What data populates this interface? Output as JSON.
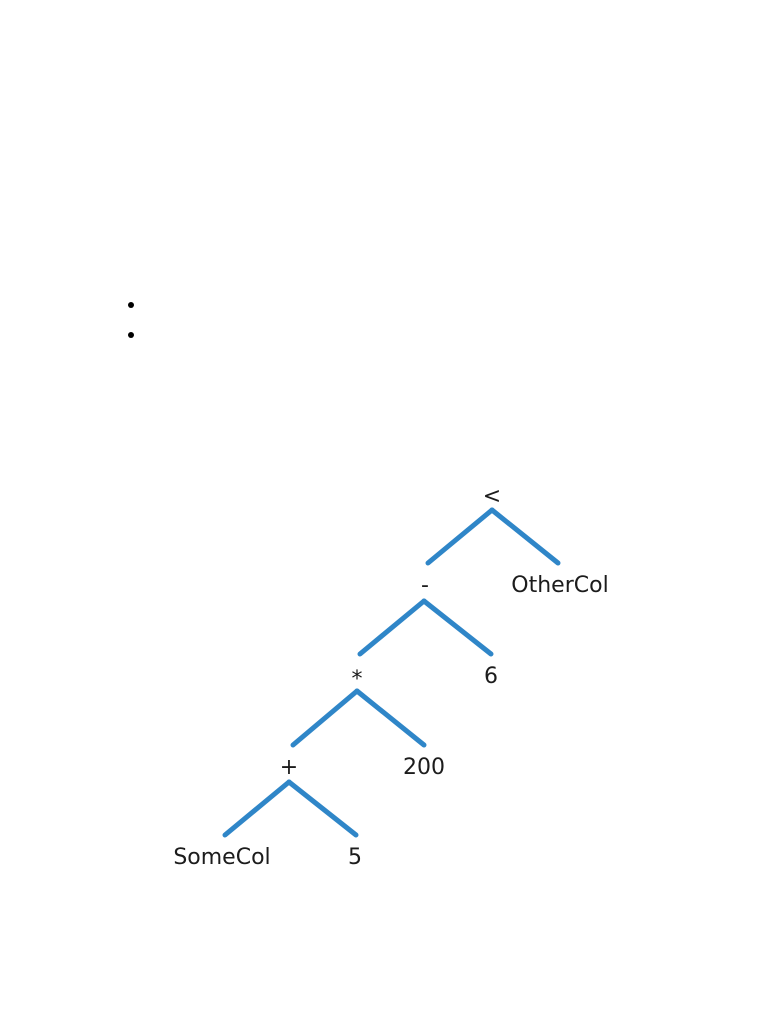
{
  "bullets": [
    {
      "text": ""
    },
    {
      "text": ""
    }
  ],
  "tree": {
    "edge_color": "#2f86c8",
    "nodes": [
      {
        "id": "lt",
        "label": "<"
      },
      {
        "id": "minus",
        "label": "-"
      },
      {
        "id": "othercol",
        "label": "OtherCol"
      },
      {
        "id": "times",
        "label": "*"
      },
      {
        "id": "six",
        "label": "6"
      },
      {
        "id": "plus",
        "label": "+"
      },
      {
        "id": "twohund",
        "label": "200"
      },
      {
        "id": "somecol",
        "label": "SomeCol"
      },
      {
        "id": "five",
        "label": "5"
      }
    ],
    "edges": [
      {
        "from": "lt",
        "to": "minus"
      },
      {
        "from": "lt",
        "to": "othercol"
      },
      {
        "from": "minus",
        "to": "times"
      },
      {
        "from": "minus",
        "to": "six"
      },
      {
        "from": "times",
        "to": "plus"
      },
      {
        "from": "times",
        "to": "twohund"
      },
      {
        "from": "plus",
        "to": "somecol"
      },
      {
        "from": "plus",
        "to": "five"
      }
    ]
  }
}
